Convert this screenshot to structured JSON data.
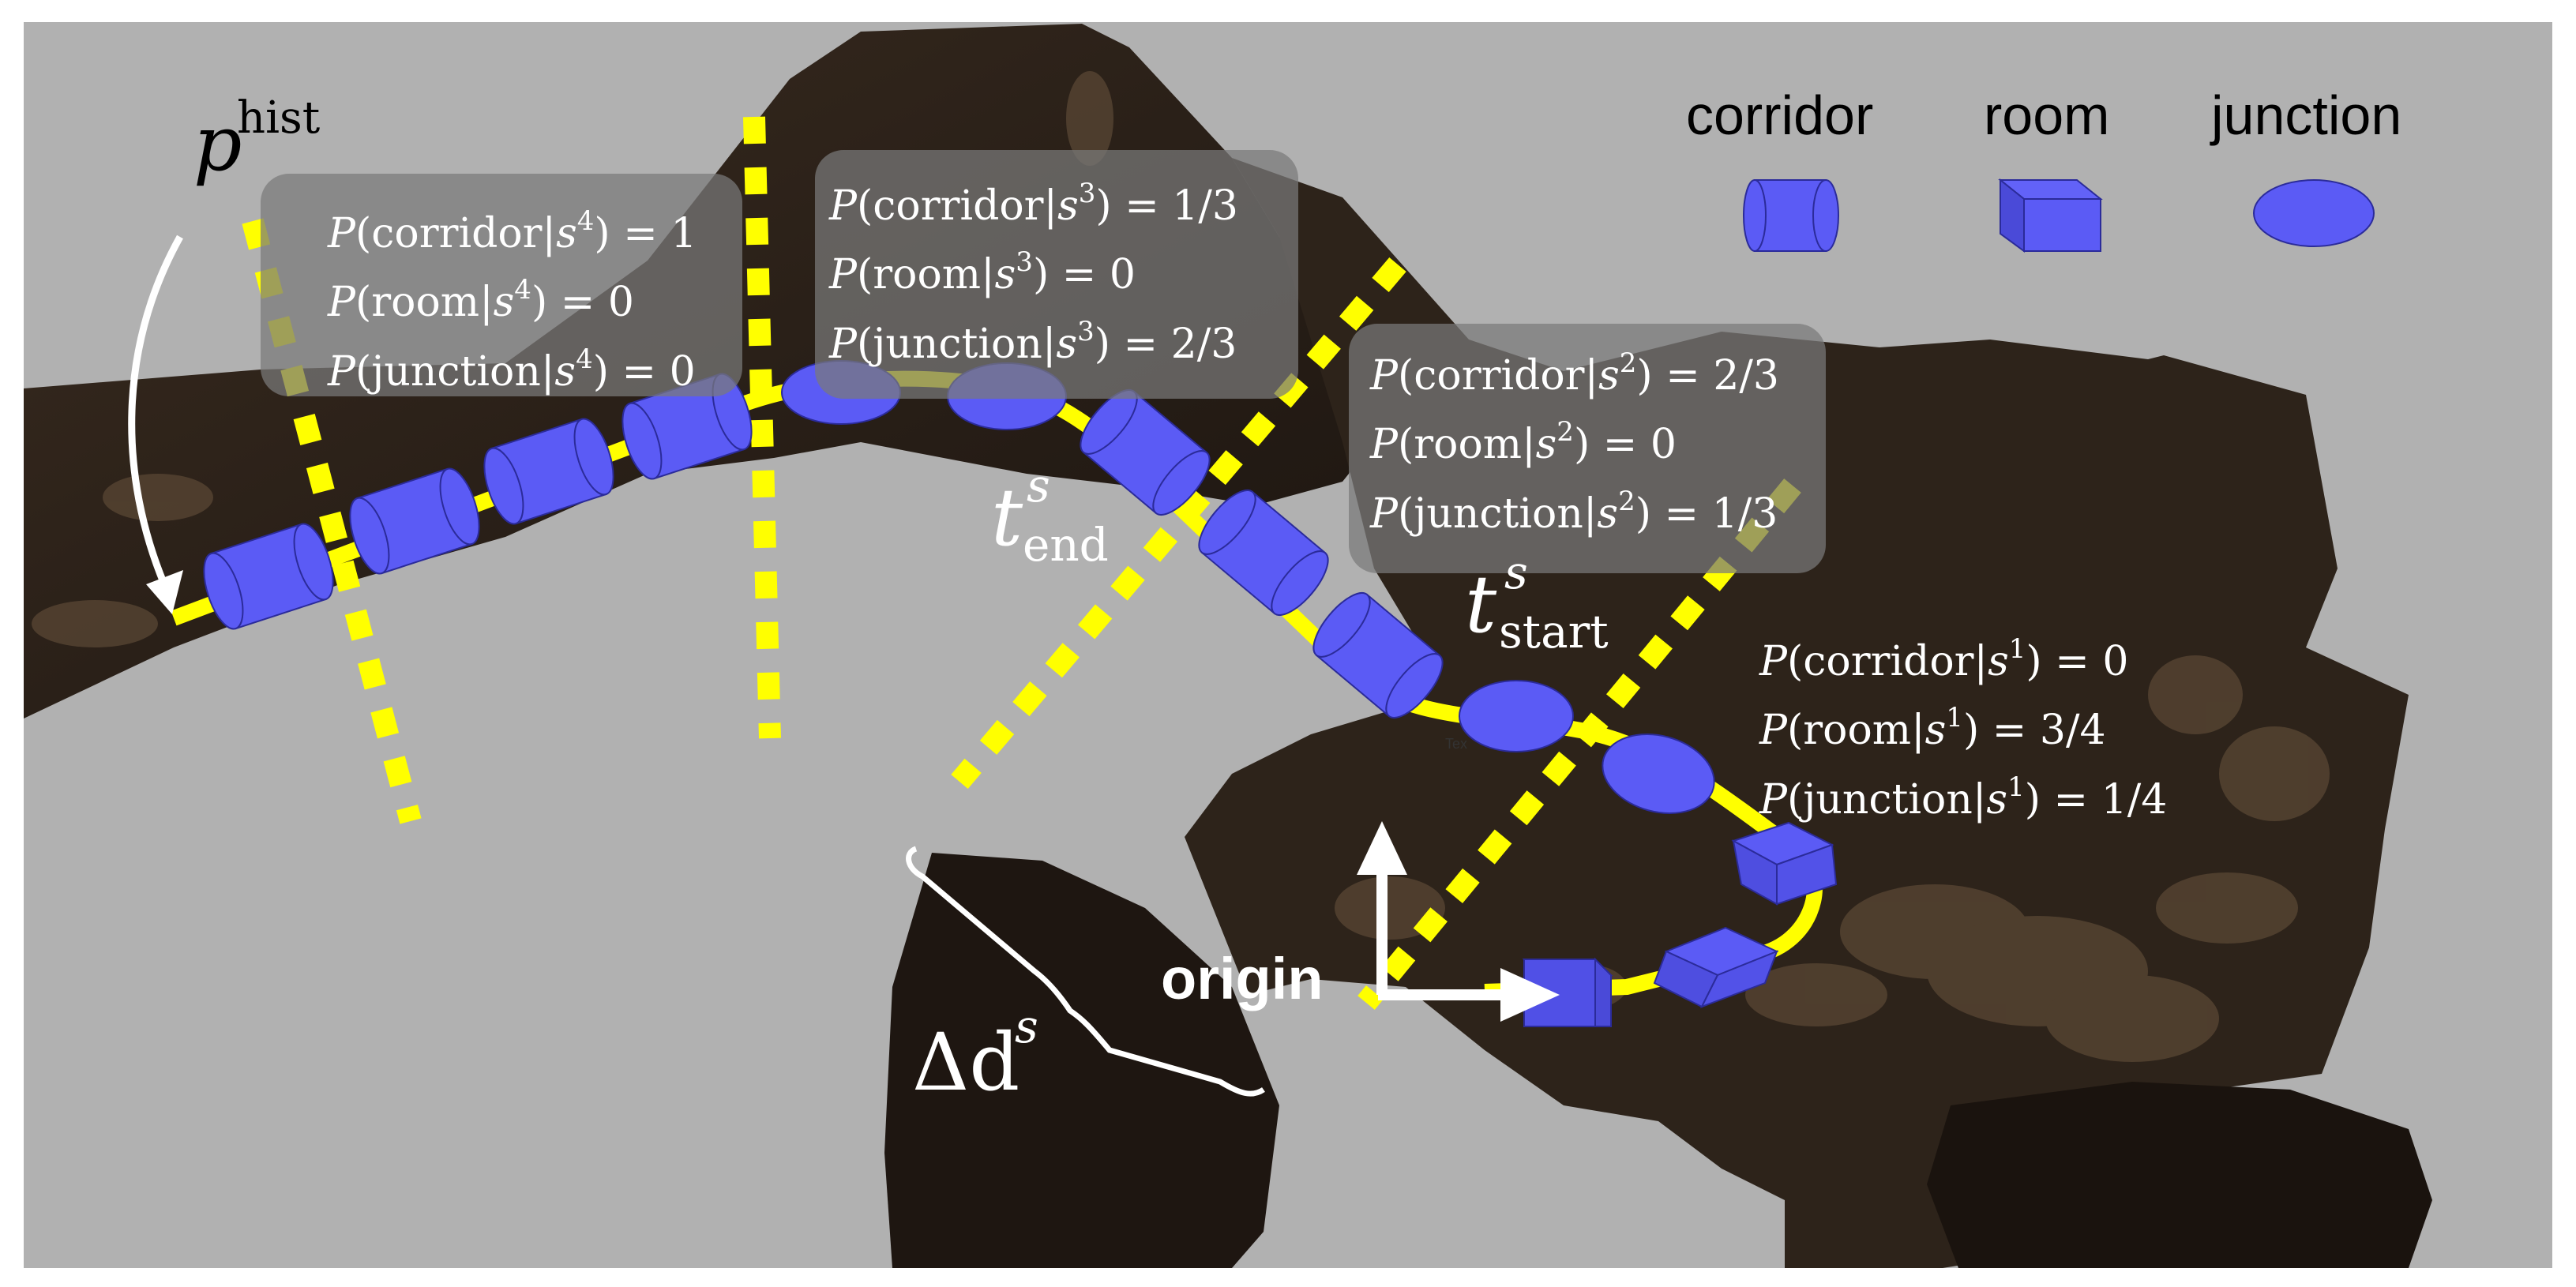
{
  "legend": {
    "corridor": "corridor",
    "room": "room",
    "junction": "junction"
  },
  "labels": {
    "p_hist_base": "p",
    "p_hist_sup": "hist",
    "t_end_base": "t",
    "t_end_sup": "s",
    "t_end_sub": "end",
    "t_start_base": "t",
    "t_start_sup": "s",
    "t_start_sub": "start",
    "delta_d": "Δd",
    "delta_d_sup": "s",
    "origin": "origin",
    "tiny": "Tex"
  },
  "segments": {
    "s4": [
      {
        "fn": "P",
        "cls": "corridor",
        "seg": "s",
        "idx": "4",
        "val": "1"
      },
      {
        "fn": "P",
        "cls": "room",
        "seg": "s",
        "idx": "4",
        "val": "0"
      },
      {
        "fn": "P",
        "cls": "junction",
        "seg": "s",
        "idx": "4",
        "val": "0"
      }
    ],
    "s3": [
      {
        "fn": "P",
        "cls": "corridor",
        "seg": "s",
        "idx": "3",
        "val": "1/3"
      },
      {
        "fn": "P",
        "cls": "room",
        "seg": "s",
        "idx": "3",
        "val": "0"
      },
      {
        "fn": "P",
        "cls": "junction",
        "seg": "s",
        "idx": "3",
        "val": "2/3"
      }
    ],
    "s2": [
      {
        "fn": "P",
        "cls": "corridor",
        "seg": "s",
        "idx": "2",
        "val": "2/3"
      },
      {
        "fn": "P",
        "cls": "room",
        "seg": "s",
        "idx": "2",
        "val": "0"
      },
      {
        "fn": "P",
        "cls": "junction",
        "seg": "s",
        "idx": "2",
        "val": "1/3"
      }
    ],
    "s1": [
      {
        "fn": "P",
        "cls": "corridor",
        "seg": "s",
        "idx": "1",
        "val": "0"
      },
      {
        "fn": "P",
        "cls": "room",
        "seg": "s",
        "idx": "1",
        "val": "3/4"
      },
      {
        "fn": "P",
        "cls": "junction",
        "seg": "s",
        "idx": "1",
        "val": "1/4"
      }
    ]
  },
  "colors": {
    "background": "#b1b1b1",
    "cave": "#2b2119",
    "cave_light": "#4a3a2c",
    "path": "#ffff00",
    "marker": "#5b5bf5",
    "marker_stroke": "#2b2b9a",
    "box": "#6f6f6f"
  }
}
